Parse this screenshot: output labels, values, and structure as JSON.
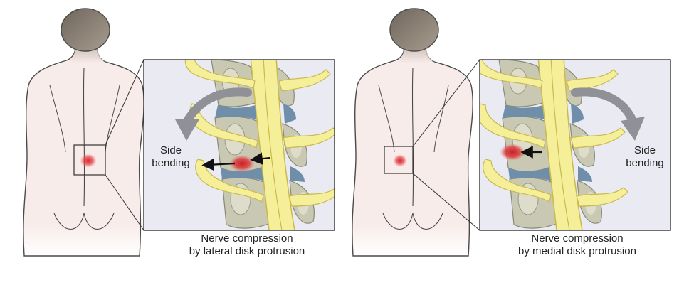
{
  "panels": [
    {
      "id": "lateral",
      "label_line1": "Side",
      "label_line2": "bending",
      "caption_line1": "Nerve compression",
      "caption_line2": "by lateral disk protrusion"
    },
    {
      "id": "medial",
      "label_line1": "Side",
      "label_line2": "bending",
      "caption_line1": "Nerve compression",
      "caption_line2": "by medial disk protrusion"
    }
  ],
  "colors": {
    "skin": "#f8ecea",
    "skin_outline": "#4a4a4a",
    "hair": "#7b7064",
    "inset_bg": "#e9eaf2",
    "vertebra": "#c9c8b2",
    "vertebra_light": "#dedccb",
    "disk": "#6f8eaa",
    "nerve": "#f6ef9a",
    "nerve_outline": "#c9b94e",
    "compression": "#d8252c",
    "bend_arrow": "#8f9196"
  },
  "icons": {
    "bend": "curved-arrow-icon",
    "pointer": "arrow-icon"
  }
}
